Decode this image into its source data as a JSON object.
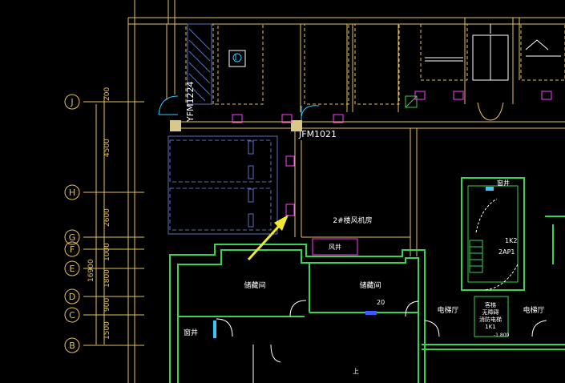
{
  "axis": {
    "grid_labels": [
      "J",
      "H",
      "G",
      "F",
      "E",
      "D",
      "C",
      "B"
    ],
    "dimensions": [
      "200",
      "4500",
      "2600",
      "1000",
      "1800",
      "900",
      "1500"
    ],
    "total_dimension": "16900"
  },
  "labels": {
    "door_yfm": "YFM1224",
    "door_jfm": "JFM1021",
    "room_fan": "2#楼风机房",
    "room_duct": "风井",
    "room_storage_1": "储藏间",
    "room_storage_2": "储藏间",
    "room_elec_1": "电梯厅",
    "room_elec_2": "电梯厅",
    "room_well": "窗井",
    "room_well_2": "窗井",
    "lift_text_1": "客梯",
    "lift_text_2": "无障碍",
    "lift_text_3": "消防电梯",
    "lift_code": "1K1",
    "tag_1k2": "1K2",
    "tag_2ap1": "2AP1",
    "level_mark": "-1.800",
    "small_up": "上",
    "number_20": "20"
  },
  "colors": {
    "background": "#000000",
    "wall": "#e6c257",
    "green": "#39d353",
    "white": "#ffffff",
    "magenta": "#ff3dff",
    "cyan": "#35c8ff",
    "blue": "#3b5bff",
    "arrow": "#f2e832",
    "parking": "#5a6fb8"
  }
}
